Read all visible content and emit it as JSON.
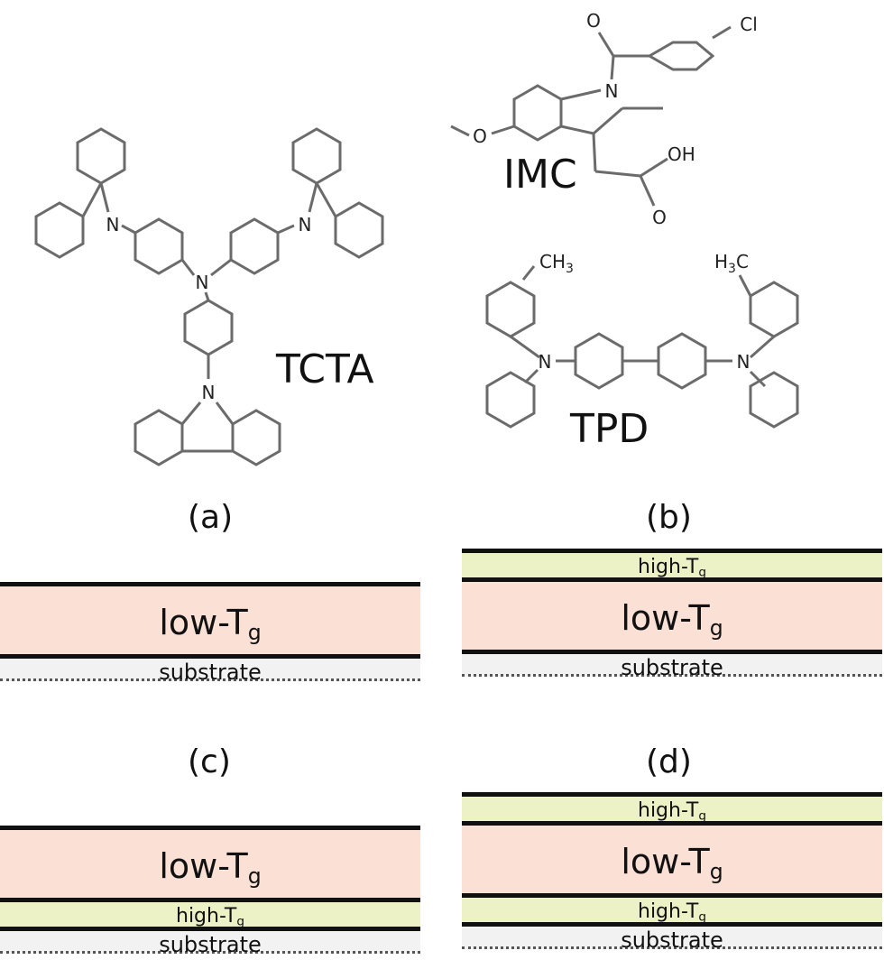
{
  "molecules": {
    "tcta": "TCTA",
    "imc": "IMC",
    "tpd": "TPD"
  },
  "atoms": {
    "n": "N",
    "o": "O",
    "cl": "Cl",
    "oh": "OH",
    "ch3_label": "CH3",
    "h3c_label": "H3C"
  },
  "panels": {
    "a": {
      "label": "(a)",
      "layers": [
        {
          "kind": "low",
          "text": "low-T",
          "sub": "g"
        },
        {
          "kind": "sub",
          "text": "substrate"
        }
      ]
    },
    "b": {
      "label": "(b)",
      "layers": [
        {
          "kind": "high",
          "text": "high-T",
          "sub": "g"
        },
        {
          "kind": "low",
          "text": "low-T",
          "sub": "g"
        },
        {
          "kind": "sub",
          "text": "substrate"
        }
      ]
    },
    "c": {
      "label": "(c)",
      "layers": [
        {
          "kind": "low",
          "text": "low-T",
          "sub": "g"
        },
        {
          "kind": "high",
          "text": "high-T",
          "sub": "g"
        },
        {
          "kind": "sub",
          "text": "substrate"
        }
      ]
    },
    "d": {
      "label": "(d)",
      "layers": [
        {
          "kind": "high",
          "text": "high-T",
          "sub": "g"
        },
        {
          "kind": "low",
          "text": "low-T",
          "sub": "g"
        },
        {
          "kind": "high",
          "text": "high-T",
          "sub": "g"
        },
        {
          "kind": "sub",
          "text": "substrate"
        }
      ]
    }
  },
  "colors": {
    "low_tg": "#fbe0d6",
    "high_tg": "#edf2c6",
    "substrate": "#f2f2f2",
    "bond": "#6b6b6b"
  }
}
